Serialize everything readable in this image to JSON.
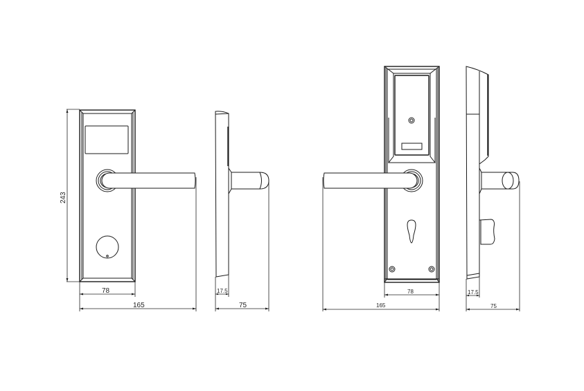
{
  "drawing": {
    "title": "Hotel door lock technical drawing",
    "units": "mm",
    "views": [
      {
        "id": "front-view-a",
        "description": "Front panel with card reader window, lever handle and round cylinder cover",
        "dimensions": {
          "height": "243",
          "panel_width": "78",
          "overall_width": "165"
        }
      },
      {
        "id": "side-view-a",
        "description": "Side profile with handle",
        "dimensions": {
          "panel_depth": "17.5",
          "overall_depth": "75"
        }
      },
      {
        "id": "front-view-b",
        "description": "Inside/back panel with indicator light, card slot, lever handle, keyhole and screws",
        "dimensions": {
          "panel_width": "78",
          "overall_width": "165"
        }
      },
      {
        "id": "side-view-b",
        "description": "Side profile with handle and thumb-turn",
        "dimensions": {
          "panel_depth": "17.5",
          "overall_depth": "75"
        }
      }
    ]
  },
  "colors": {
    "line": "#1a1a1a",
    "background": "#ffffff"
  }
}
